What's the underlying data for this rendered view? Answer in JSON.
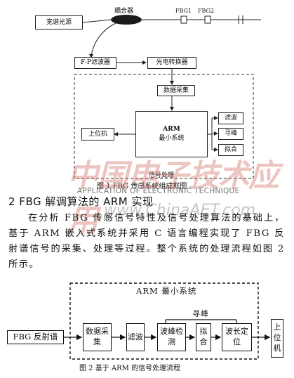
{
  "fig1": {
    "source": "宽谱光源",
    "coupler": "耦合器",
    "fbg1": "FBG1",
    "fbg2": "FBG2",
    "fp_filter": "F-P滤波器",
    "photo_converter": "光电转换器",
    "data_acq": "数据采集",
    "arm_title": "ARM",
    "arm_sub": "最小系统",
    "host": "上位机",
    "filter": "滤波",
    "peak": "寻峰",
    "fit": "拟合",
    "signal_proc": "信号处理",
    "caption": "图 1   FBG 传感系统组成框图"
  },
  "watermark": {
    "cn": "中国电子技术应用",
    "en": "APPLICATION OF ELECTRONIC TECHNIQUE",
    "url": "www.ChinaAET.com"
  },
  "section_heading": "2 FBG 解调算法的 ARM 实现",
  "paragraph": "在分析 FBG 传感信号特性及信号处理算法的基础上，基于 ARM 嵌入式系统并采用 C 语言编程实现了 FBG 反射谱信号的采集、处理等过程。整个系统的处理流程如图 2 所示。",
  "fig2": {
    "group_title": "ARM 最小系统",
    "peak_label": "寻峰",
    "fbg_spectrum": "FBG 反射谱",
    "data_acq": "数据采集",
    "filter": "滤波",
    "peak_detect": "波峰检测",
    "fit": "拟合",
    "wave_locate": "波长定位",
    "host": "上位机",
    "caption": "图 2   基于 ARM 的信号处理流程"
  }
}
